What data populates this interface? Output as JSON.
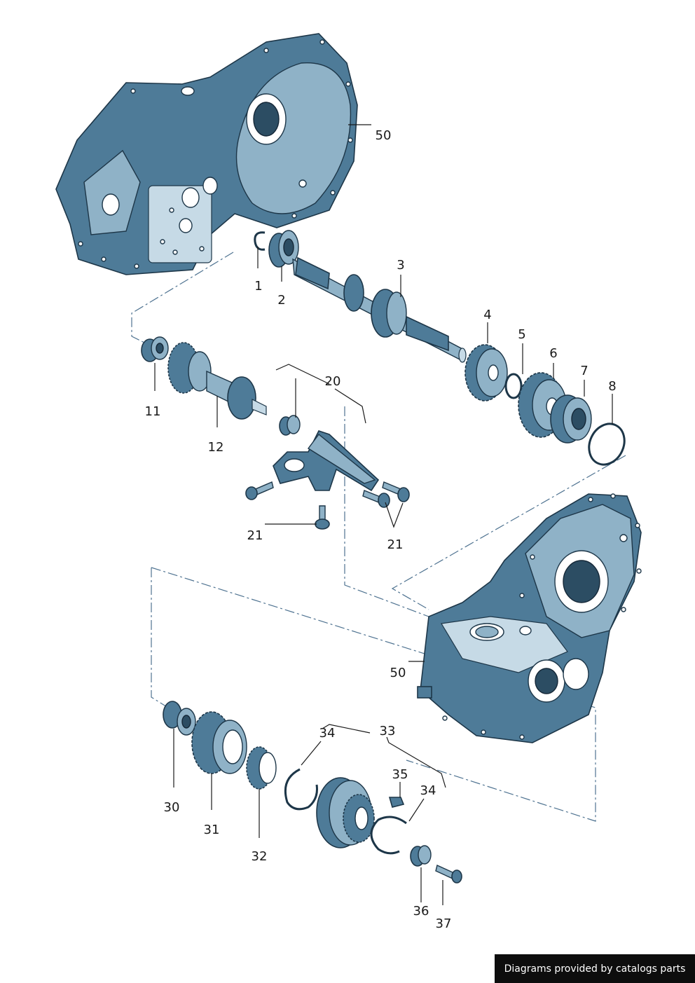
{
  "labels": {
    "l1": "1",
    "l2": "2",
    "l3": "3",
    "l4": "4",
    "l5": "5",
    "l6": "6",
    "l7": "7",
    "l8": "8",
    "l11": "11",
    "l12": "12",
    "l20": "20",
    "l21a": "21",
    "l21b": "21",
    "l30": "30",
    "l31": "31",
    "l32": "32",
    "l33": "33",
    "l34a": "34",
    "l34b": "34",
    "l35": "35",
    "l36": "36",
    "l37": "37",
    "l50a": "50",
    "l50b": "50"
  },
  "credit": "Diagrams provided by catalogs parts",
  "colors": {
    "metal": "#4e7b98",
    "outline": "#1d3648",
    "dash": "#4f7391",
    "credit_bg": "#0d0d0d"
  }
}
